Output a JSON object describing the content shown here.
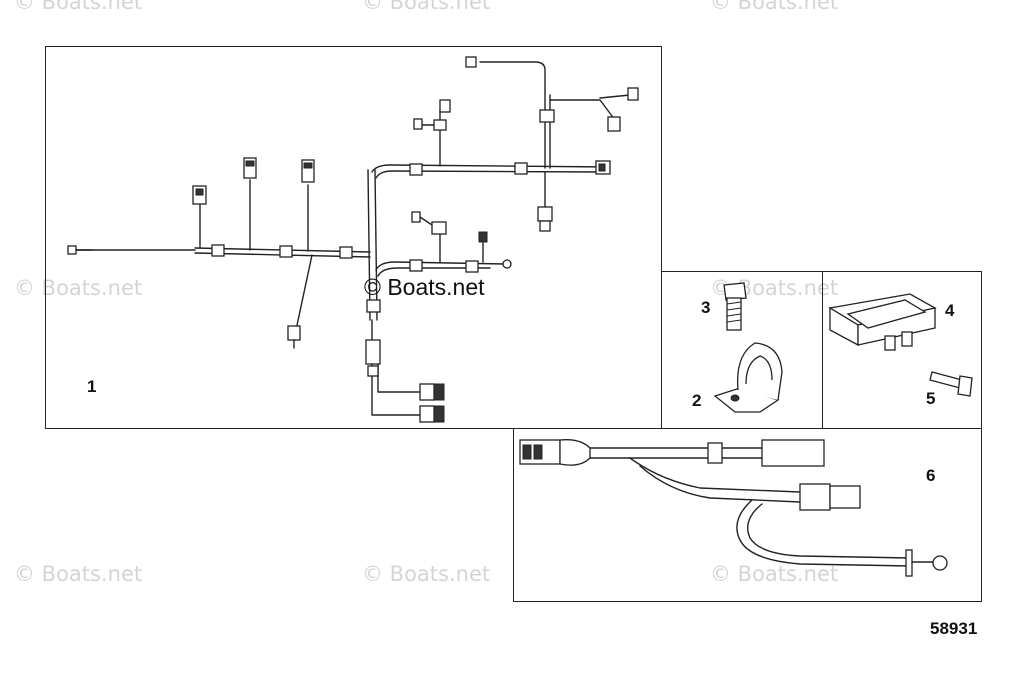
{
  "watermark": {
    "text": "© Boats.net",
    "center_text": "© Boats.net"
  },
  "callouts": [
    "1",
    "2",
    "3",
    "4",
    "5",
    "6"
  ],
  "figure_number": "58931"
}
